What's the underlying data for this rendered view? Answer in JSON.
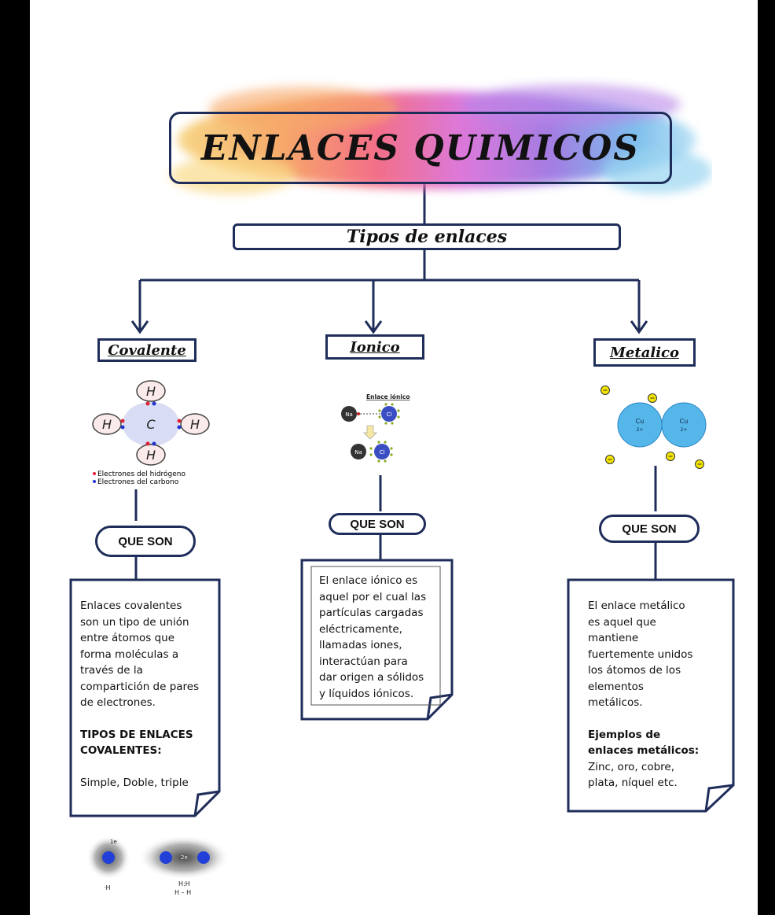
{
  "title": "ENLACES QUIMICOS",
  "subtitle": "Tipos de enlaces",
  "colors": {
    "frame": "#1f2d5a",
    "accent_blue": "#4aa3e8",
    "electron_yellow": "#f5e400"
  },
  "branches": {
    "covalente": {
      "label": "Covalente",
      "question": "QUE SON",
      "atoms": {
        "center": "C",
        "outer": [
          "H",
          "H",
          "H",
          "H"
        ]
      },
      "legend": [
        "Electrones del hidrógeno",
        "Electrones del carbono"
      ],
      "text_lines": [
        "Enlaces covalentes",
        "son un tipo de unión",
        "entre átomos que",
        "forma moléculas a",
        "través de la",
        "compartición de pares",
        "de electrones."
      ],
      "subheading_lines": [
        "TIPOS DE ENLACES",
        "COVALENTES:"
      ],
      "types": "Simple, Doble, triple",
      "bottom_labels": {
        "electron_1": "1e",
        "electron_2": "2e",
        "h_single": "·H",
        "h_pair": "H:H",
        "h_bond": "H – H"
      }
    },
    "ionico": {
      "label": "Ionico",
      "question": "QUE SON",
      "diagram_title": "Enlace iónico",
      "atoms": [
        "Na",
        "Cl"
      ],
      "text_lines": [
        "El enlace iónico es",
        "aquel por el cual las",
        "partículas cargadas",
        "eléctricamente,",
        "llamadas iones,",
        "interactúan para",
        "dar origen a sólidos",
        "y líquidos iónicos."
      ]
    },
    "metalico": {
      "label": "Metalico",
      "question": "QUE SON",
      "ions": [
        {
          "symbol": "Cu",
          "charge": "2+"
        },
        {
          "symbol": "Cu",
          "charge": "2+"
        }
      ],
      "text_lines": [
        "El enlace metálico",
        "es aquel que",
        "mantiene",
        "fuertemente unidos",
        "los átomos de los",
        "elementos",
        "metálicos."
      ],
      "examples_heading_lines": [
        "Ejemplos de",
        "enlaces metálicos:"
      ],
      "examples_lines": [
        "Zinc, oro, cobre,",
        "plata, níquel etc."
      ]
    }
  }
}
